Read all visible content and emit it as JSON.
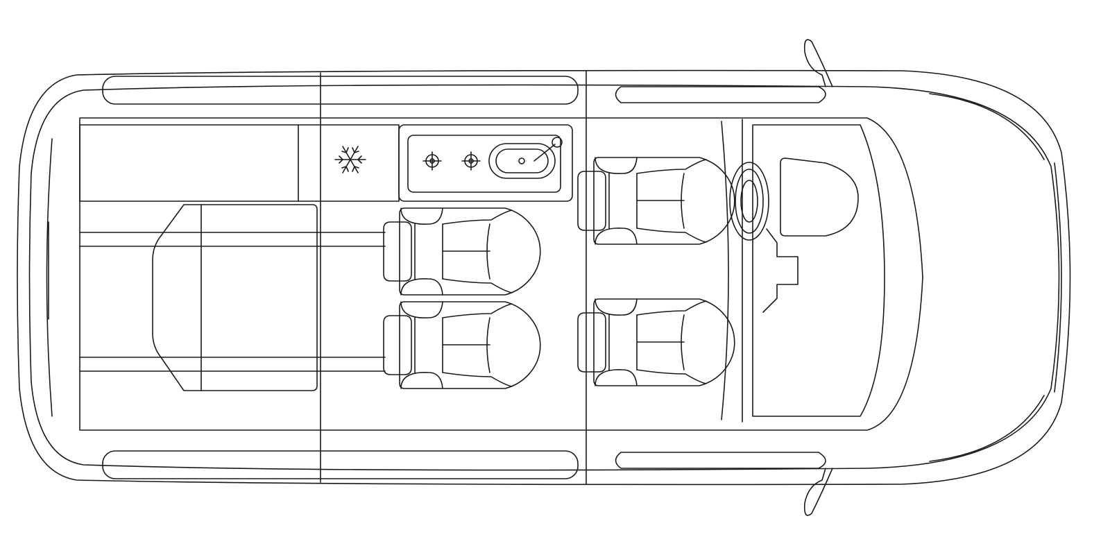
{
  "diagram": {
    "subject": "campervan-floor-plan-top-view",
    "colors": {
      "line": "#1a1a1a",
      "background": "#ffffff"
    },
    "icons": [
      "snowflake-icon",
      "burner-icon",
      "sink-icon",
      "steering-wheel-icon",
      "seat-icon",
      "mirror-icon"
    ],
    "seat_count": 4,
    "burner_count": 2
  }
}
